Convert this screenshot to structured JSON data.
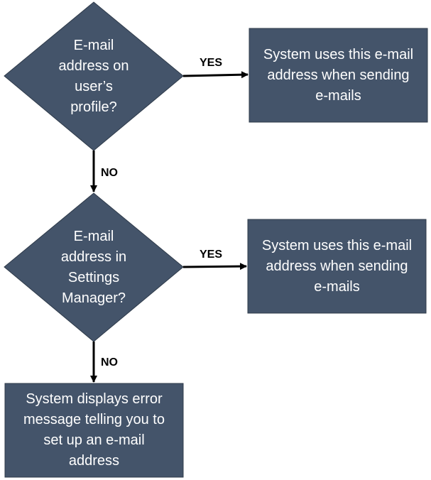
{
  "colors": {
    "node_fill": "#44546a",
    "text": "#ffffff",
    "connector": "#000000"
  },
  "nodes": {
    "decision_profile": "E-mail\naddress on\nuser’s\nprofile?",
    "action_profile_send": "System uses this e-mail\naddress when sending\ne-mails",
    "decision_settings": "E-mail\naddress in\nSettings\nManager?",
    "action_settings_send": "System uses this e-mail\naddress when sending\ne-mails",
    "action_error": "System displays error\nmessage telling you to\nset up an e-mail\naddress"
  },
  "edges": {
    "profile_yes": "YES",
    "profile_no": "NO",
    "settings_yes": "YES",
    "settings_no": "NO"
  }
}
